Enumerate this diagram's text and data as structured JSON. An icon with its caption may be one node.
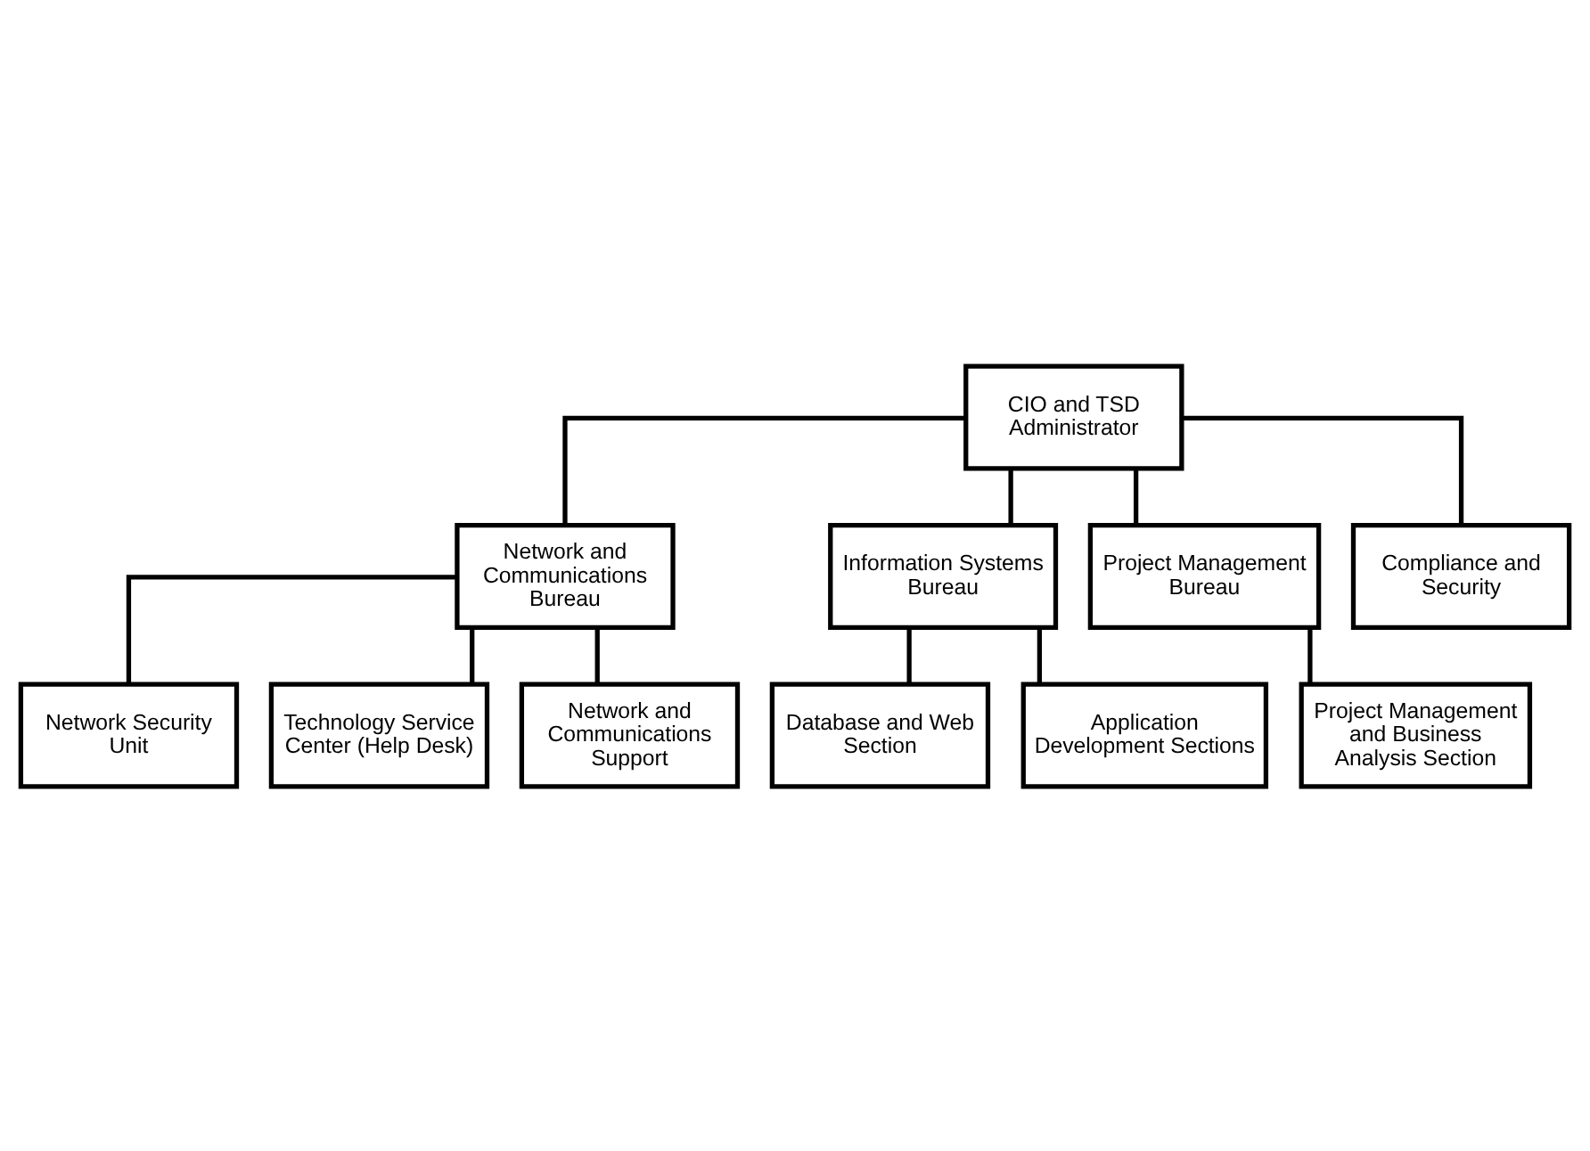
{
  "diagram": {
    "nodes": [
      {
        "text": [
          "CIO and TSD Administrator"
        ]
      },
      {
        "text": [
          "Network and Communications Bureau"
        ]
      },
      {
        "text": [
          "Information Systems Bureau"
        ]
      },
      {
        "text": [
          "Project Management Bureau"
        ]
      },
      {
        "text": [
          "Compliance and Security"
        ]
      },
      {
        "text": [
          "Network Security Unit"
        ]
      },
      {
        "text": [
          "Technology Service Center (Help Desk)"
        ]
      },
      {
        "text": [
          "Network and Communications Support"
        ]
      },
      {
        "text": [
          "Database and Web Section"
        ]
      },
      {
        "text": [
          "Application Development Sections"
        ]
      },
      {
        "text": [
          "Project Management and Business Analysis Section"
        ]
      }
    ],
    "edges": [
      {
        "from": 0,
        "to": 1,
        "arrow": "none"
      },
      {
        "from": 0,
        "to": 2,
        "arrow": "none"
      },
      {
        "from": 0,
        "to": 3,
        "arrow": "none"
      },
      {
        "from": 0,
        "to": 4,
        "arrow": "none"
      },
      {
        "from": 1,
        "to": 5,
        "arrow": "none"
      },
      {
        "from": 1,
        "to": 6,
        "arrow": "none"
      },
      {
        "from": 1,
        "to": 7,
        "arrow": "none"
      },
      {
        "from": 2,
        "to": 8,
        "arrow": "none"
      },
      {
        "from": 2,
        "to": 9,
        "arrow": "none"
      },
      {
        "from": 3,
        "to": 10,
        "arrow": "none"
      }
    ]
  }
}
